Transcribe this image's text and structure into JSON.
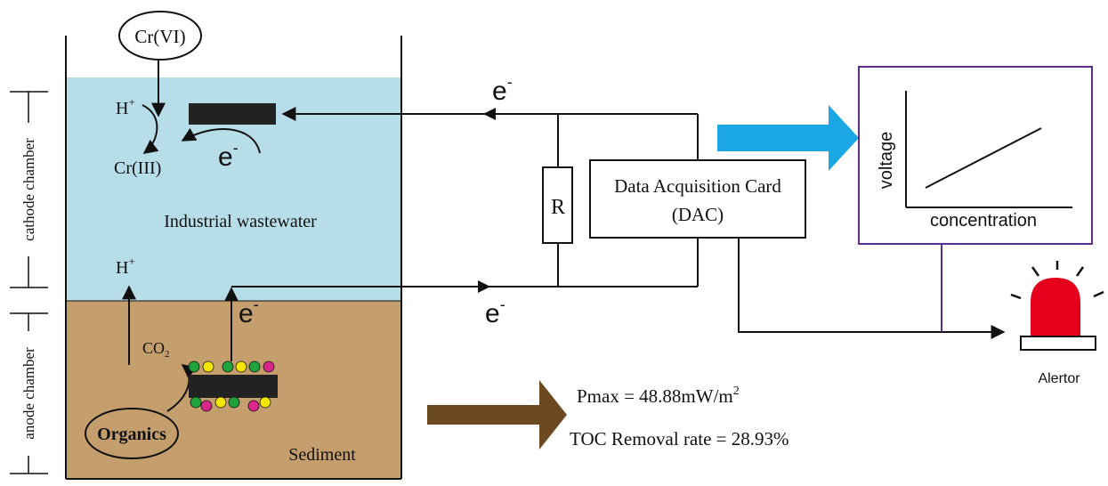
{
  "colors": {
    "water": "#b7dde8",
    "sediment": "#c49e6c",
    "electrode": "#222222",
    "blue_arrow": "#1ba6e4",
    "brown_arrow": "#6b4a22",
    "chart_frame": "#5b2d8e",
    "alarm_red": "#e5001c",
    "bead_green": "#1fa33a",
    "bead_yellow": "#f4e600",
    "bead_pink": "#d9268b"
  },
  "labels": {
    "cr6": "Cr(VI)",
    "h_plus_top": "H",
    "cr3": "Cr(III)",
    "e_minus": "e",
    "minus_sup": "-",
    "plus_sup": "+",
    "industrial_wastewater": "Industrial wastewater",
    "h_plus_bottom": "H",
    "co2": "CO",
    "co2_sub": "2",
    "organics": "Organics",
    "sediment": "Sediment",
    "cathode_chamber": "cathode chamber",
    "anode_chamber": "anode chamber",
    "resistor": "R",
    "dac_line1": "Data Acquisition Card",
    "dac_line2": "(DAC)",
    "voltage": "voltage",
    "concentration": "concentration",
    "alertor": "Alertor",
    "pmax_prefix": "Pmax = 48.88mW/m",
    "pmax_sup": "2",
    "toc": "TOC Removal rate = 28.93%"
  },
  "icons": {
    "flow_arrow_blue": "right-arrow-icon",
    "flow_arrow_brown": "right-arrow-icon",
    "alarm": "alarm-light-icon"
  }
}
